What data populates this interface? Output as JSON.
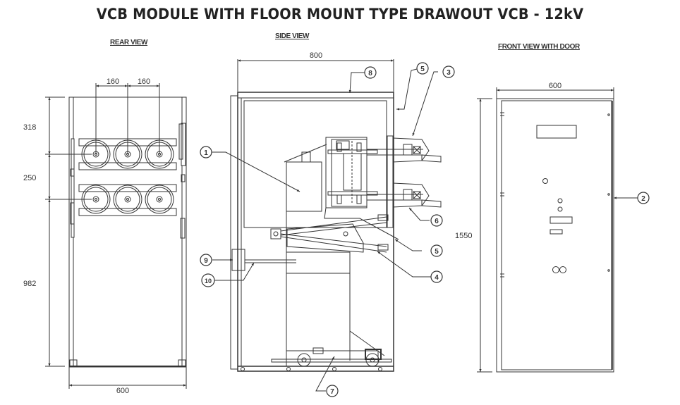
{
  "title": "VCB MODULE WITH FLOOR MOUNT TYPE DRAWOUT VCB - 12kV",
  "views": {
    "rear": {
      "label": "REAR VIEW",
      "dimensions": {
        "spacing_left": "160",
        "spacing_right": "160",
        "top_height": "318",
        "mid_height": "250",
        "bottom_height": "982",
        "width": "600"
      }
    },
    "side": {
      "label": "SIDE VIEW",
      "dimensions": {
        "depth": "800"
      },
      "callouts": [
        "1",
        "3",
        "4",
        "5",
        "5",
        "6",
        "7",
        "8",
        "9",
        "10"
      ]
    },
    "front": {
      "label": "FRONT VIEW WITH DOOR",
      "dimensions": {
        "width": "600",
        "height": "1550"
      },
      "callouts": [
        "2"
      ]
    }
  },
  "colors": {
    "line": "#333333",
    "background": "#ffffff"
  }
}
